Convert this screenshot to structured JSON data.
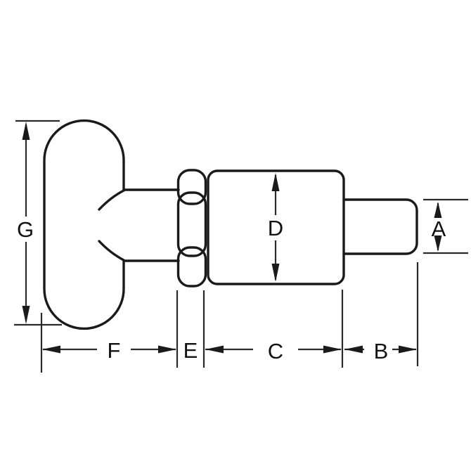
{
  "figure": {
    "background": "#ffffff",
    "line_color": "#1a1a1a",
    "label_color": "#111111",
    "labels": {
      "a": "A",
      "b": "B",
      "c": "C",
      "d": "D",
      "e": "E",
      "f": "F",
      "g": "G"
    }
  }
}
